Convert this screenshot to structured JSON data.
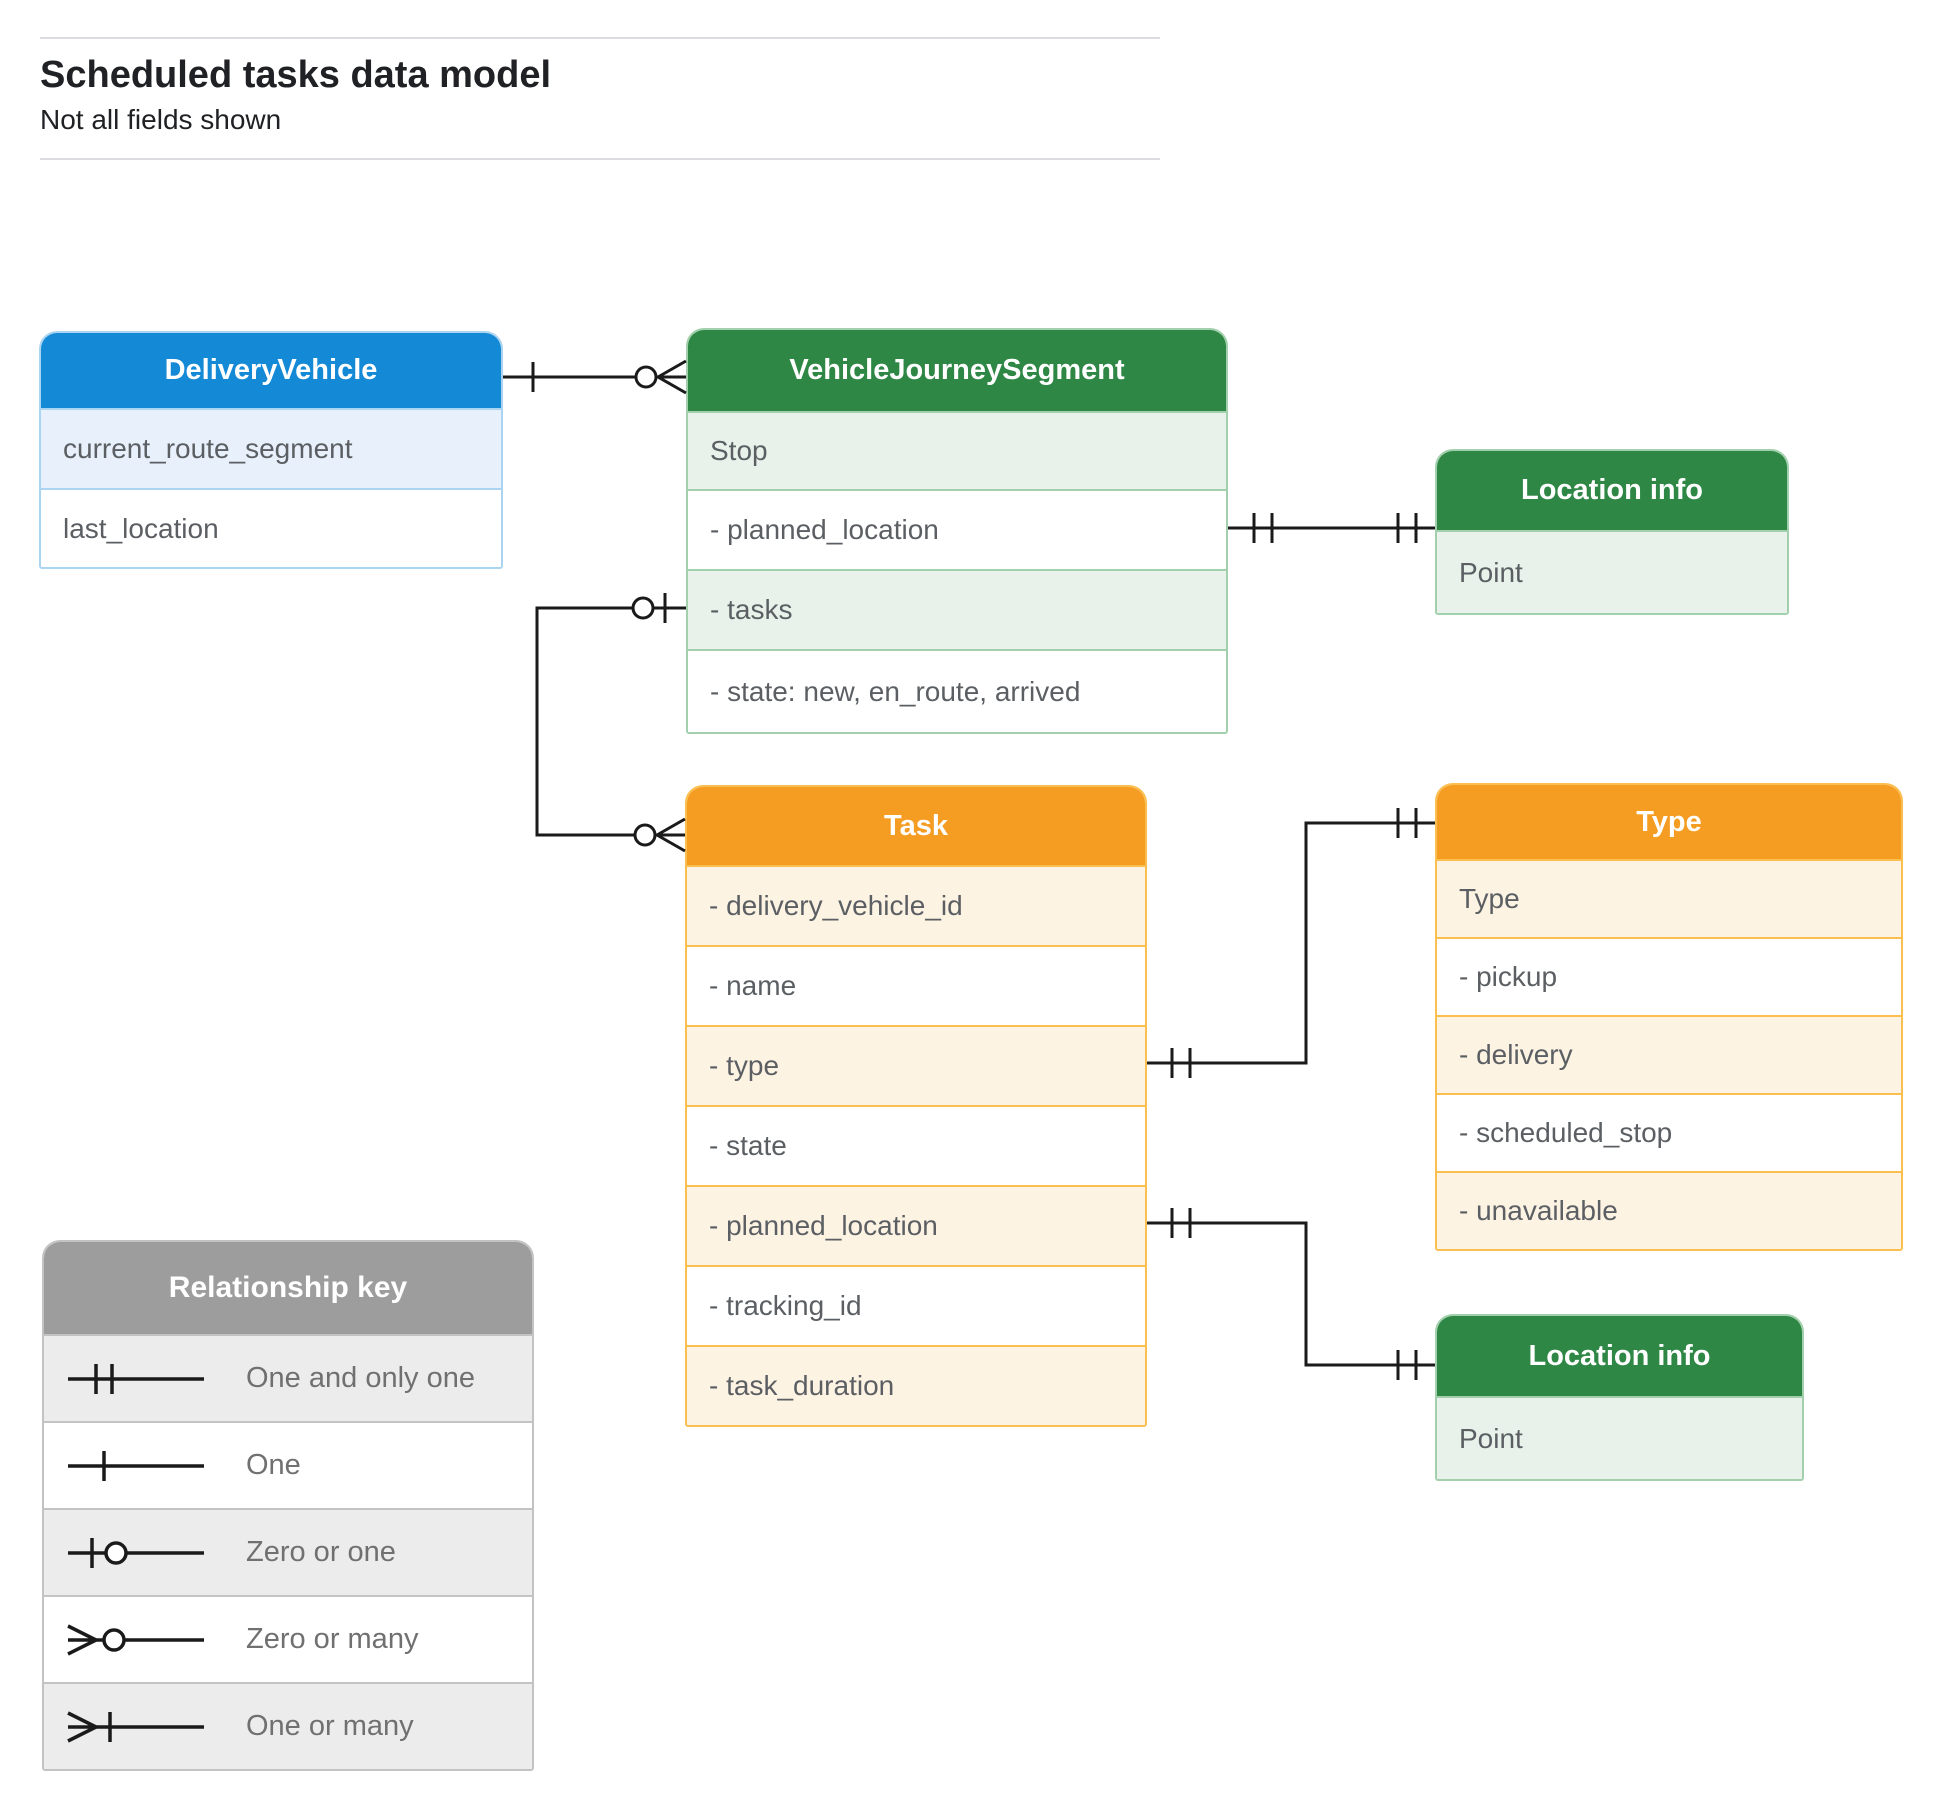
{
  "header": {
    "title": "Scheduled tasks data model",
    "subtitle": "Not all fields shown"
  },
  "entities": [
    {
      "name": "DeliveryVehicle",
      "rows": [
        {
          "label": "current_route_segment"
        },
        {
          "label": "last_location"
        }
      ]
    },
    {
      "name": "VehicleJourneySegment",
      "rows": [
        {
          "label": "Stop"
        },
        {
          "label": "- planned_location"
        },
        {
          "label": "- tasks"
        },
        {
          "label": "- state: new, en_route, arrived"
        }
      ]
    },
    {
      "name": "Location info",
      "rows": [
        {
          "label": "Point"
        }
      ]
    },
    {
      "name": "Task",
      "rows": [
        {
          "label": "- delivery_vehicle_id"
        },
        {
          "label": "- name"
        },
        {
          "label": "- type"
        },
        {
          "label": "- state"
        },
        {
          "label": "- planned_location"
        },
        {
          "label": "- tracking_id"
        },
        {
          "label": "- task_duration"
        }
      ]
    },
    {
      "name": "Type",
      "rows": [
        {
          "label": "Type"
        },
        {
          "label": "- pickup"
        },
        {
          "label": "- delivery"
        },
        {
          "label": "- scheduled_stop"
        },
        {
          "label": "- unavailable"
        }
      ]
    },
    {
      "name": "Location info",
      "rows": [
        {
          "label": "Point"
        }
      ]
    }
  ],
  "legend": {
    "title": "Relationship key",
    "items": [
      {
        "symbol": "one-and-only-one",
        "label": "One and only one"
      },
      {
        "symbol": "one",
        "label": "One"
      },
      {
        "symbol": "zero-or-one",
        "label": "Zero or one"
      },
      {
        "symbol": "zero-or-many",
        "label": "Zero or many"
      },
      {
        "symbol": "one-or-many",
        "label": "One or many"
      }
    ]
  },
  "relationships": [
    {
      "from": "DeliveryVehicle",
      "to": "VehicleJourneySegment",
      "from_end": "one",
      "to_end": "zero-or-many"
    },
    {
      "from": "VehicleJourneySegment.tasks",
      "to": "Task",
      "from_end": "zero-or-one",
      "to_end": "zero-or-many"
    },
    {
      "from": "VehicleJourneySegment.planned_location",
      "to": "Location info",
      "from_end": "one-and-only-one",
      "to_end": "one-and-only-one"
    },
    {
      "from": "Task.type",
      "to": "Type",
      "from_end": "one-and-only-one",
      "to_end": "one-and-only-one"
    },
    {
      "from": "Task.planned_location",
      "to": "Location info",
      "from_end": "one-and-only-one",
      "to_end": "one-and-only-one"
    }
  ],
  "colors": {
    "blue_header": "#1489d6",
    "blue_row": "#e8f1fb",
    "blue_border": "#abd4f1",
    "green_header": "#2e8745",
    "green_row": "#e8f2ea",
    "green_border": "#a2d0ac",
    "orange_header": "#f59c23",
    "orange_row": "#fdf3e3",
    "orange_border": "#fbbf50",
    "legend_header": "#9d9d9d",
    "legend_row": "#ececec",
    "connector_line": "#1a1a1a",
    "row_text": "#5b5f63",
    "title_text": "#202124"
  }
}
